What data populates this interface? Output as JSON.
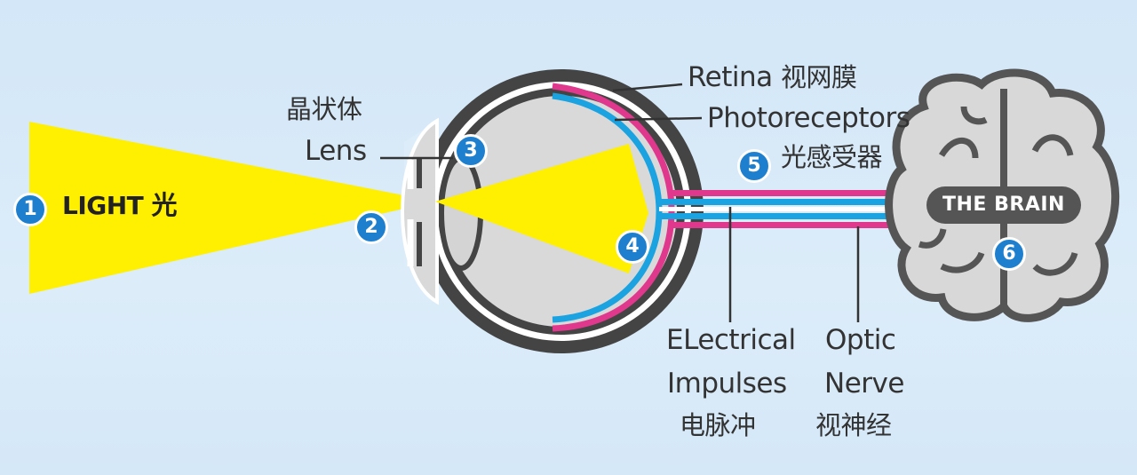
{
  "labels": {
    "light": "LIGHT",
    "light_zh": "光",
    "lens_zh": "晶状体",
    "lens": "Lens",
    "retina": "Retina",
    "retina_zh": "视网膜",
    "photoreceptors": "Photoreceptors",
    "photoreceptors_zh": "光感受器",
    "electrical_line1": "ELectrical",
    "electrical_line2": "Impulses",
    "electrical_zh": "电脉冲",
    "optic_line1": "Optic",
    "optic_line2": "Nerve",
    "optic_zh": "视神经",
    "brain": "THE BRAIN"
  },
  "markers": [
    "1",
    "2",
    "3",
    "4",
    "5",
    "6"
  ],
  "colors": {
    "background": "#d6e9f8",
    "light_beam": "#ffef00",
    "marker": "#1f7fcf",
    "retina_pink": "#e0388c",
    "photoreceptor_blue": "#1aa3e0",
    "eye_outer": "#444444",
    "eye_inner": "#d9d9d9",
    "brain_fill": "#d8d8d8",
    "brain_lines": "#555555"
  }
}
